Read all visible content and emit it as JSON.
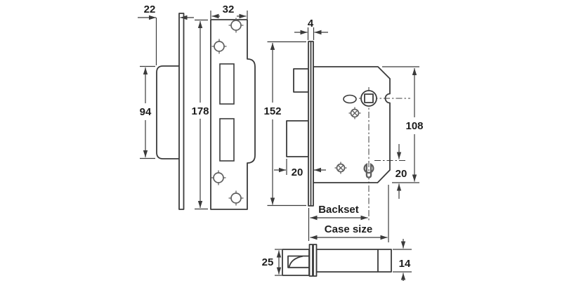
{
  "colors": {
    "line": "#3b3b3b",
    "hardware": "#5f5f5f",
    "dimension": "#3b3b3b",
    "label_text": "#1d1d1d",
    "background": "#ffffff"
  },
  "views": {
    "strike_side": {
      "depth": "22",
      "box_height": "94"
    },
    "strike_front": {
      "plate_width": "32",
      "plate_height": "178"
    },
    "case_front": {
      "faceplate_thickness": "4",
      "faceplate_height": "152",
      "deadbolt_throw": "20",
      "case_height": "108",
      "keyhole_to_bottom": "20",
      "backset_label": "Backset",
      "case_size_label": "Case size"
    },
    "case_plan": {
      "bolt_height": "25",
      "case_thickness": "14"
    }
  }
}
